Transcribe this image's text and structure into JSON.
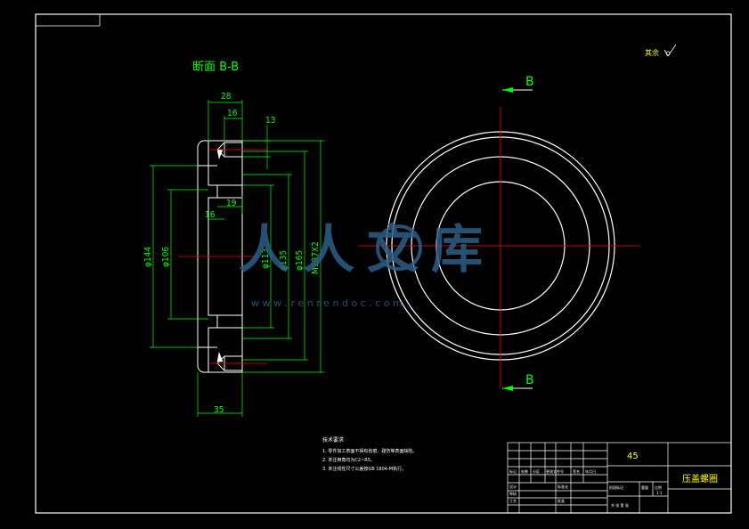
{
  "section_title": "断面 B-B",
  "roughness_note": "其余",
  "section_marker_top": "B",
  "section_marker_bottom": "B",
  "dimensions": {
    "width_28": "28",
    "width_16_top": "16",
    "depth_13": "13",
    "width_16_inner": "16",
    "width_19": "19",
    "width_35": "35",
    "dia_144": "φ144",
    "dia_106": "φ106",
    "dia_113": "φ113",
    "dia_135": "φ135",
    "dia_165": "φ165",
    "thread": "M187X2"
  },
  "tech_requirements": {
    "heading": "技术要求",
    "items": [
      "1. 零件加工表面不得有划痕、碰伤等表面缺陷。",
      "2. 未注倒角均为C2~R5。",
      "3. 未注线性尺寸公差按GB 1804-M执行。"
    ]
  },
  "title_block": {
    "material": "45",
    "part_name": "压盖螺圈",
    "labels": [
      "标记",
      "处数",
      "分区",
      "更改文件号",
      "签名",
      "年月日",
      "设计",
      "标准化",
      "阶段标记",
      "重量",
      "比例",
      "审核",
      "工艺",
      "批准",
      "共 张 第 张"
    ],
    "scale": "1:1"
  },
  "watermark": {
    "text": "人人文库",
    "url": "w w w . r e n r e n d o c . c o m"
  },
  "colors": {
    "background": "#000000",
    "outline": "#ffffff",
    "dimension": "#00ff00",
    "centerline": "#ff0000",
    "watermark": "#2d5f86"
  }
}
